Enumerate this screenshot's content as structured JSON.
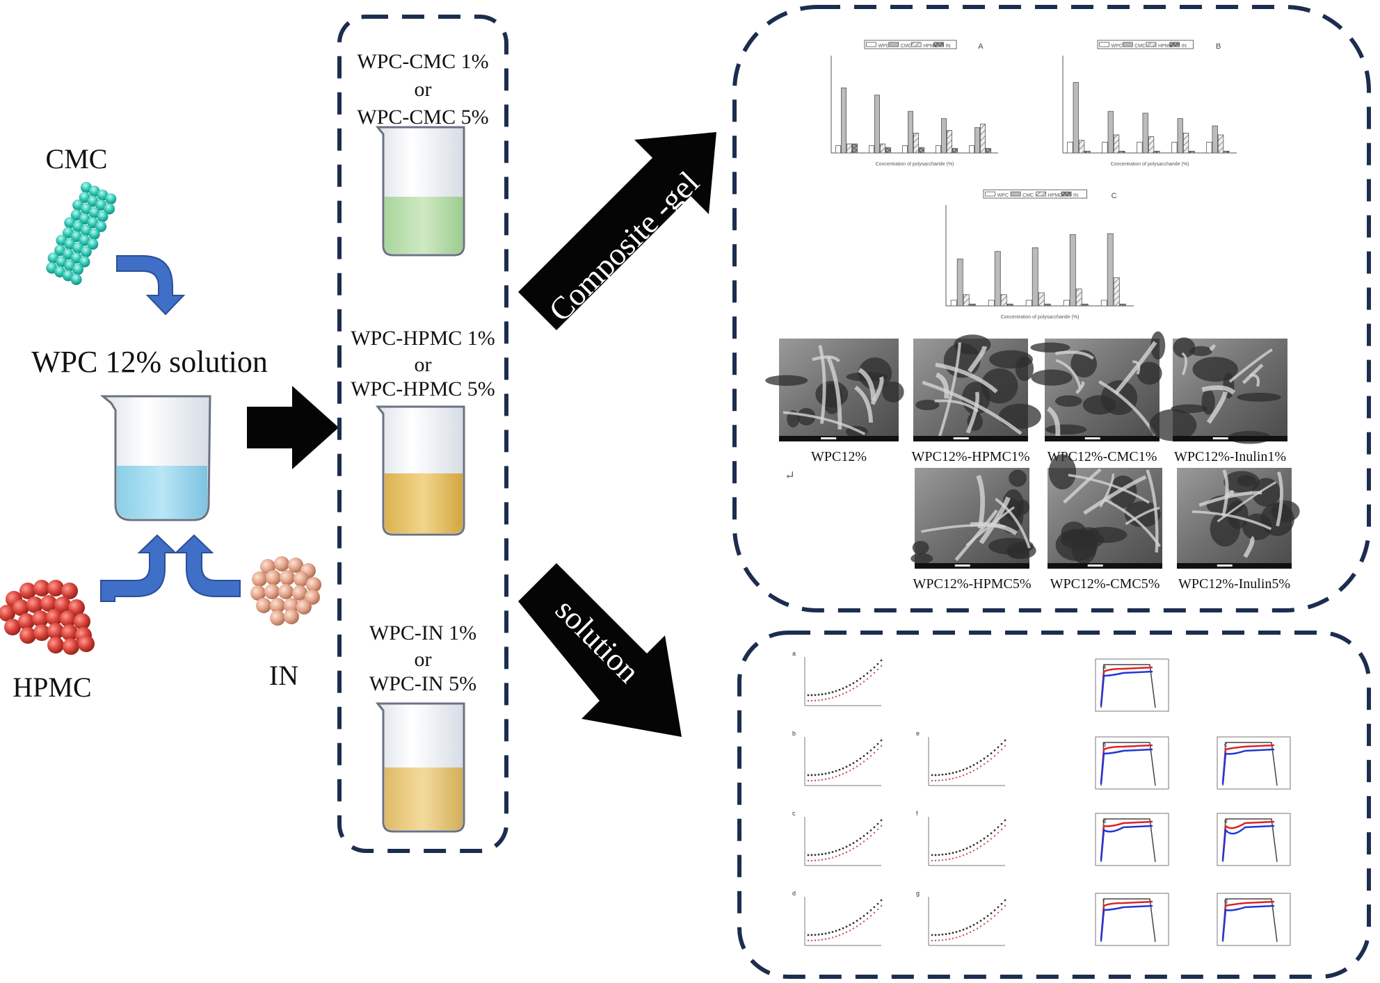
{
  "left": {
    "cmc_label": "CMC",
    "hpmc_label": "HPMC",
    "in_label": "IN",
    "solution_label": "WPC 12% solution"
  },
  "middle": {
    "box1": {
      "line1": "WPC-CMC 1%",
      "line2": "or",
      "line3": "WPC-CMC 5%"
    },
    "box2": {
      "line1": "WPC-HPMC 1%",
      "line2": "or",
      "line3": "WPC-HPMC 5%"
    },
    "box3": {
      "line1": "WPC-IN 1%",
      "line2": "or",
      "line3": "WPC-IN 5%"
    }
  },
  "arrows": {
    "gel_label": "Composite -gel",
    "solution_label": "solution"
  },
  "gel_panel": {
    "chart_a_letter": "A",
    "chart_b_letter": "B",
    "chart_c_letter": "C",
    "legend": [
      "WPC",
      "CMC",
      "HPMC",
      "IN"
    ],
    "x_label": "Concentration of polysaccharide (%)",
    "sem_row1": [
      "WPC12%",
      "WPC12%-HPMC1%",
      "WPC12%-CMC1%",
      "WPC12%-Inulin1%"
    ],
    "sem_row2": [
      "WPC12%-HPMC5%",
      "WPC12%-CMC5%",
      "WPC12%-Inulin5%"
    ]
  },
  "solution_panel": {
    "left_letters": [
      "a",
      "b",
      "c",
      "d"
    ],
    "mid_letters": [
      "e",
      "f",
      "g"
    ],
    "right_letters": [
      "a",
      "b",
      "d",
      "f"
    ],
    "far_letters": [
      "c",
      "e",
      "g"
    ]
  },
  "colors": {
    "navy": "#1c2d4f",
    "arrow_blue": "#3f6fc6",
    "cmc": "#2fc8b4",
    "hpmc": "#d8433a",
    "in": "#e4a58a",
    "beaker_blue": "#a8dcef",
    "beaker_green": "#bfe0b3",
    "beaker_yellow": "#e8c46a"
  }
}
